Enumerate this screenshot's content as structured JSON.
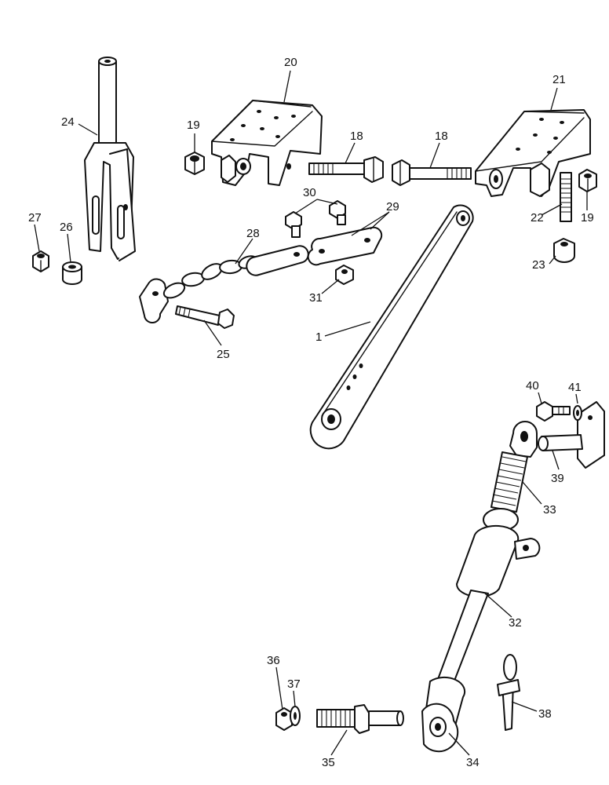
{
  "callouts": {
    "c1": "1",
    "c18a": "18",
    "c18b": "18",
    "c19a": "19",
    "c19b": "19",
    "c20": "20",
    "c21": "21",
    "c22": "22",
    "c23": "23",
    "c24": "24",
    "c25": "25",
    "c26": "26",
    "c27": "27",
    "c28": "28",
    "c29": "29",
    "c30": "30",
    "c31": "31",
    "c32": "32",
    "c33": "33",
    "c34": "34",
    "c35": "35",
    "c36": "36",
    "c37": "37",
    "c38": "38",
    "c39": "39",
    "c40": "40",
    "c41": "41"
  },
  "colors": {
    "line": "#111111",
    "background": "#ffffff"
  }
}
